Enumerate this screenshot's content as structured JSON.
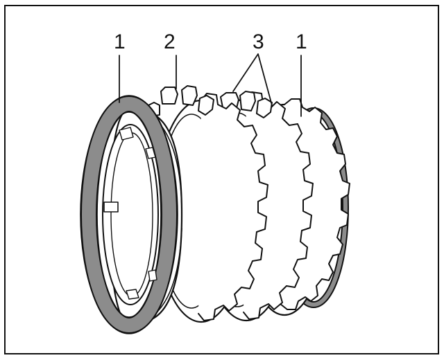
{
  "labels": {
    "circlip_left": "1",
    "synchro_hub": "2",
    "inner_rings": "3",
    "circlip_right": "1"
  },
  "colors": {
    "ink": "#111111",
    "ring_gray": "#8c8c8c",
    "fill": "#ffffff"
  }
}
